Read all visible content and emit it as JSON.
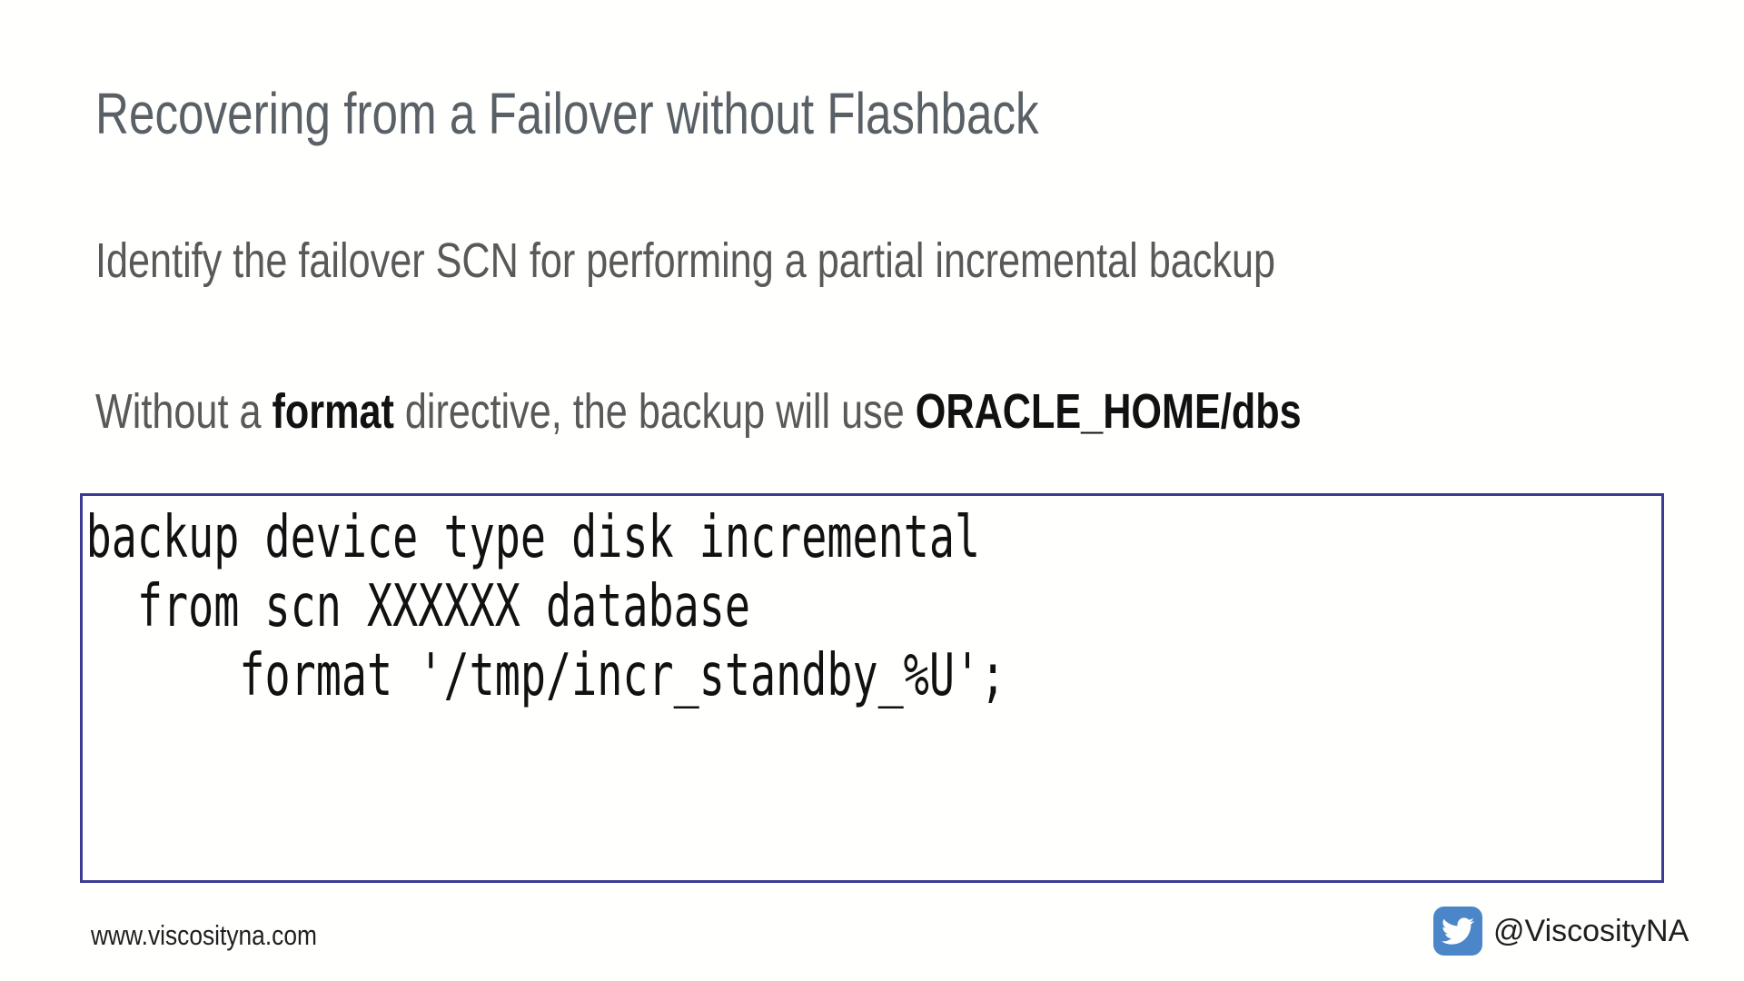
{
  "slide": {
    "title": "Recovering from a Failover without Flashback",
    "body": {
      "line1": "Identify the failover SCN for performing a partial incremental backup",
      "line2": [
        {
          "text": "Without a "
        },
        {
          "text": "format",
          "bold": true
        },
        {
          "text": " directive, the backup will use "
        },
        {
          "text": "ORACLE_HOME/dbs",
          "bold": true
        }
      ]
    },
    "code": "backup device type disk incremental\n  from scn XXXXXX database\n      format '/tmp/incr_standby_%U';",
    "footer": {
      "website": "www.viscosityna.com",
      "twitter_handle": "@ViscosityNA",
      "twitter_icon": "twitter-bird-icon"
    },
    "colors": {
      "title_color": "#596066",
      "body_color": "#595959",
      "emphasis_color": "#111111",
      "code_border_color": "#3b3b94",
      "code_color": "#111111",
      "twitter_blue": "#4a86c8",
      "background": "#fffffe"
    }
  }
}
